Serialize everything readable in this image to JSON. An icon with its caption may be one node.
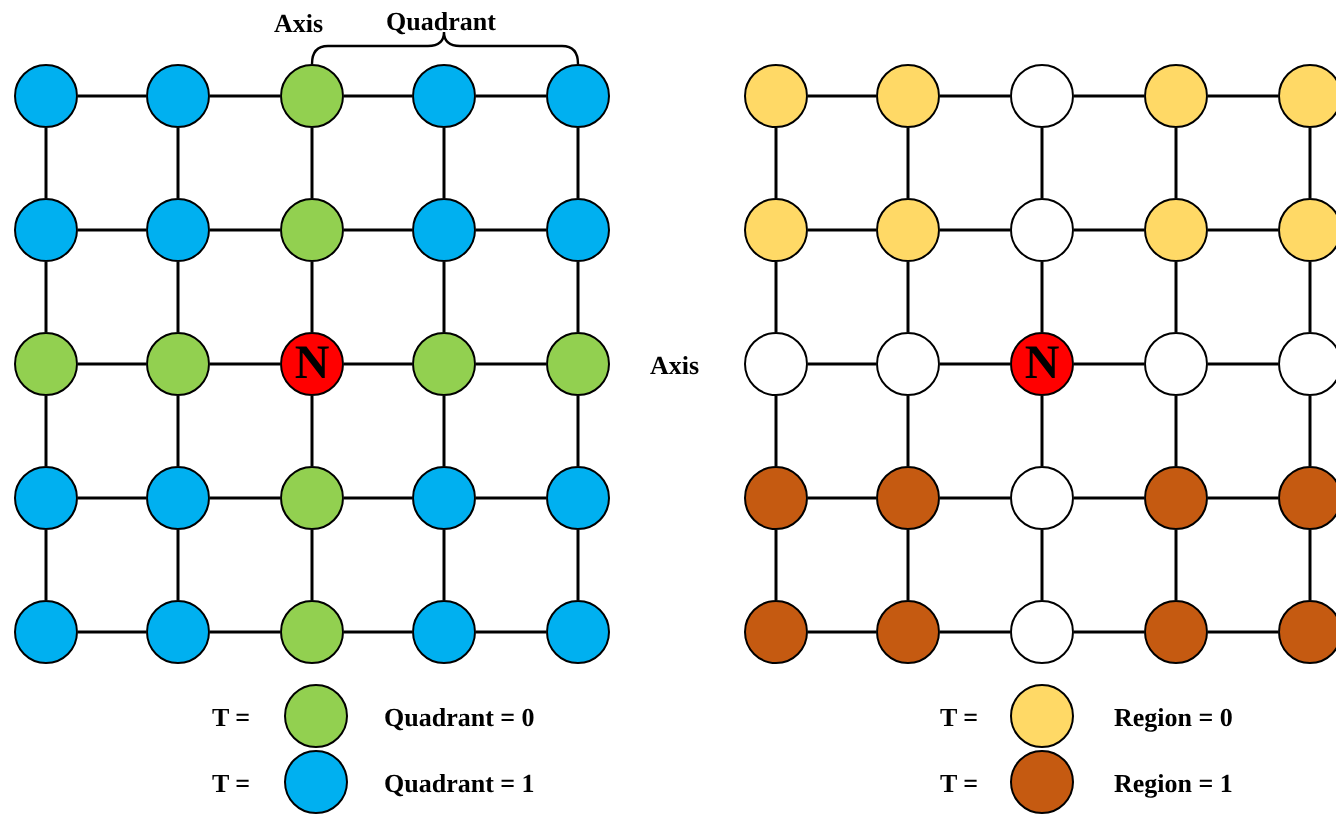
{
  "diagram": {
    "nodes": [
      {
        "text": [],
        "shape": "circle"
      },
      {
        "text": [],
        "shape": "circle"
      },
      {
        "text": [],
        "shape": "circle"
      },
      {
        "text": [],
        "shape": "circle"
      },
      {
        "text": [],
        "shape": "circle"
      },
      {
        "text": [],
        "shape": "circle"
      },
      {
        "text": [],
        "shape": "circle"
      },
      {
        "text": [],
        "shape": "circle"
      },
      {
        "text": [],
        "shape": "circle"
      },
      {
        "text": [],
        "shape": "circle"
      },
      {
        "text": [],
        "shape": "circle"
      },
      {
        "text": [],
        "shape": "circle"
      },
      {
        "text": [
          "N"
        ]
      },
      {
        "text": [],
        "shape": "circle"
      },
      {
        "text": [],
        "shape": "circle"
      },
      {
        "text": [],
        "shape": "circle"
      },
      {
        "text": [],
        "shape": "circle"
      },
      {
        "text": [],
        "shape": "circle"
      },
      {
        "text": [],
        "shape": "circle"
      },
      {
        "text": [],
        "shape": "circle"
      },
      {
        "text": [],
        "shape": "circle"
      },
      {
        "text": [],
        "shape": "circle"
      },
      {
        "text": [],
        "shape": "circle"
      },
      {
        "text": [],
        "shape": "circle"
      },
      {
        "text": [],
        "shape": "circle"
      },
      {
        "text": [],
        "shape": "circle"
      },
      {
        "text": [],
        "shape": "circle"
      },
      {
        "text": [],
        "shape": "circle"
      },
      {
        "text": [],
        "shape": "circle"
      },
      {
        "text": [],
        "shape": "circle"
      },
      {
        "text": [],
        "shape": "circle"
      },
      {
        "text": [],
        "shape": "circle"
      },
      {
        "text": [],
        "shape": "circle"
      },
      {
        "text": [],
        "shape": "circle"
      },
      {
        "text": [],
        "shape": "circle"
      },
      {
        "text": [],
        "shape": "circle"
      },
      {
        "text": [],
        "shape": "circle"
      },
      {
        "text": [
          "N"
        ]
      },
      {
        "text": [],
        "shape": "circle"
      },
      {
        "text": [],
        "shape": "circle"
      },
      {
        "text": [],
        "shape": "circle"
      },
      {
        "text": [],
        "shape": "circle"
      },
      {
        "text": [],
        "shape": "circle"
      },
      {
        "text": [],
        "shape": "circle"
      },
      {
        "text": [],
        "shape": "circle"
      },
      {
        "text": [],
        "shape": "circle"
      },
      {
        "text": [],
        "shape": "circle"
      },
      {
        "text": [],
        "shape": "circle"
      },
      {
        "text": [],
        "shape": "circle"
      },
      {
        "text": [],
        "shape": "circle"
      }
    ],
    "edges": [
      {
        "from": 0,
        "to": 1,
        "arrow": "none"
      },
      {
        "from": 1,
        "to": 2,
        "arrow": "none"
      },
      {
        "from": 2,
        "to": 3,
        "arrow": "none"
      },
      {
        "from": 3,
        "to": 4,
        "arrow": "none"
      },
      {
        "from": 0,
        "to": 5,
        "arrow": "none"
      },
      {
        "from": 1,
        "to": 6,
        "arrow": "none"
      },
      {
        "from": 2,
        "to": 7,
        "arrow": "none"
      },
      {
        "from": 3,
        "to": 8,
        "arrow": "none"
      },
      {
        "from": 4,
        "to": 9,
        "arrow": "none"
      },
      {
        "from": 5,
        "to": 6,
        "arrow": "none"
      },
      {
        "from": 6,
        "to": 7,
        "arrow": "none"
      },
      {
        "from": 7,
        "to": 8,
        "arrow": "none"
      },
      {
        "from": 8,
        "to": 9,
        "arrow": "none"
      },
      {
        "from": 5,
        "to": 10,
        "arrow": "none"
      },
      {
        "from": 6,
        "to": 11,
        "arrow": "none"
      },
      {
        "from": 7,
        "to": 12,
        "arrow": "none"
      },
      {
        "from": 8,
        "to": 13,
        "arrow": "none"
      },
      {
        "from": 9,
        "to": 14,
        "arrow": "none"
      },
      {
        "from": 10,
        "to": 11,
        "arrow": "none"
      },
      {
        "from": 11,
        "to": 12,
        "arrow": "none"
      },
      {
        "from": 12,
        "to": 13,
        "arrow": "none"
      },
      {
        "from": 13,
        "to": 14,
        "arrow": "none"
      },
      {
        "from": 10,
        "to": 15,
        "arrow": "none"
      },
      {
        "from": 11,
        "to": 16,
        "arrow": "none"
      },
      {
        "from": 12,
        "to": 17,
        "arrow": "none"
      },
      {
        "from": 13,
        "to": 18,
        "arrow": "none"
      },
      {
        "from": 14,
        "to": 19,
        "arrow": "none"
      },
      {
        "from": 15,
        "to": 16,
        "arrow": "none"
      },
      {
        "from": 16,
        "to": 17,
        "arrow": "none"
      },
      {
        "from": 17,
        "to": 18,
        "arrow": "none"
      },
      {
        "from": 18,
        "to": 19,
        "arrow": "none"
      },
      {
        "from": 15,
        "to": 20,
        "arrow": "none"
      },
      {
        "from": 16,
        "to": 21,
        "arrow": "none"
      },
      {
        "from": 17,
        "to": 22,
        "arrow": "none"
      },
      {
        "from": 18,
        "to": 23,
        "arrow": "none"
      },
      {
        "from": 19,
        "to": 24,
        "arrow": "none"
      },
      {
        "from": 20,
        "to": 21,
        "arrow": "none"
      },
      {
        "from": 21,
        "to": 22,
        "arrow": "none"
      },
      {
        "from": 22,
        "to": 23,
        "arrow": "none"
      },
      {
        "from": 23,
        "to": 24,
        "arrow": "none"
      },
      {
        "from": 25,
        "to": 26,
        "arrow": "none"
      },
      {
        "from": 26,
        "to": 27,
        "arrow": "none"
      },
      {
        "from": 27,
        "to": 28,
        "arrow": "none"
      },
      {
        "from": 28,
        "to": 29,
        "arrow": "none"
      },
      {
        "from": 25,
        "to": 30,
        "arrow": "none"
      },
      {
        "from": 26,
        "to": 31,
        "arrow": "none"
      },
      {
        "from": 27,
        "to": 32,
        "arrow": "none"
      },
      {
        "from": 28,
        "to": 33,
        "arrow": "none"
      },
      {
        "from": 29,
        "to": 34,
        "arrow": "none"
      },
      {
        "from": 30,
        "to": 31,
        "arrow": "none"
      },
      {
        "from": 31,
        "to": 32,
        "arrow": "none"
      },
      {
        "from": 32,
        "to": 33,
        "arrow": "none"
      },
      {
        "from": 33,
        "to": 34,
        "arrow": "none"
      },
      {
        "from": 30,
        "to": 35,
        "arrow": "none"
      },
      {
        "from": 31,
        "to": 36,
        "arrow": "none"
      },
      {
        "from": 32,
        "to": 37,
        "arrow": "none"
      },
      {
        "from": 33,
        "to": 38,
        "arrow": "none"
      },
      {
        "from": 34,
        "to": 39,
        "arrow": "none"
      },
      {
        "from": 35,
        "to": 36,
        "arrow": "none"
      },
      {
        "from": 36,
        "to": 37,
        "arrow": "none"
      },
      {
        "from": 37,
        "to": 38,
        "arrow": "none"
      },
      {
        "from": 38,
        "to": 39,
        "arrow": "none"
      },
      {
        "from": 35,
        "to": 40,
        "arrow": "none"
      },
      {
        "from": 36,
        "to": 41,
        "arrow": "none"
      },
      {
        "from": 37,
        "to": 42,
        "arrow": "none"
      },
      {
        "from": 38,
        "to": 43,
        "arrow": "none"
      },
      {
        "from": 39,
        "to": 44,
        "arrow": "none"
      },
      {
        "from": 40,
        "to": 41,
        "arrow": "none"
      },
      {
        "from": 41,
        "to": 42,
        "arrow": "none"
      },
      {
        "from": 42,
        "to": 43,
        "arrow": "none"
      },
      {
        "from": 43,
        "to": 44,
        "arrow": "none"
      },
      {
        "from": 40,
        "to": 45,
        "arrow": "none"
      },
      {
        "from": 41,
        "to": 46,
        "arrow": "none"
      },
      {
        "from": 42,
        "to": 47,
        "arrow": "none"
      },
      {
        "from": 43,
        "to": 48,
        "arrow": "none"
      },
      {
        "from": 44,
        "to": 49,
        "arrow": "none"
      },
      {
        "from": 45,
        "to": 46,
        "arrow": "none"
      },
      {
        "from": 46,
        "to": 47,
        "arrow": "none"
      },
      {
        "from": 47,
        "to": 48,
        "arrow": "none"
      },
      {
        "from": 48,
        "to": 49,
        "arrow": "none"
      }
    ],
    "labels": [
      "Axis",
      "Quadrant",
      "Axis",
      "T =",
      "T =",
      "T =",
      "T ="
    ],
    "legend": [
      {
        "text": "Quadrant = 0",
        "color": "#92d050"
      },
      {
        "text": "Quadrant = 1",
        "color": "#00b0f0"
      },
      {
        "text": "Region = 0",
        "color": "#ffd966"
      },
      {
        "text": "Region = 1",
        "color": "#c55a11"
      }
    ]
  }
}
